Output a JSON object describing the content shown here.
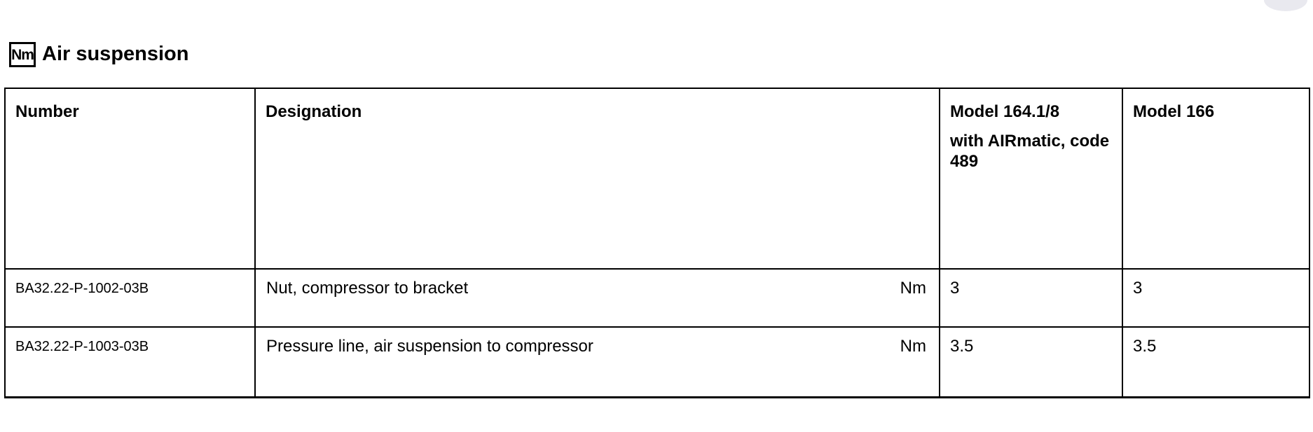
{
  "heading": {
    "icon_label": "Nm",
    "title": "Air suspension"
  },
  "table": {
    "columns": [
      {
        "label": "Number"
      },
      {
        "label": "Designation"
      },
      {
        "label": "Model 164.1/8",
        "sublabel": "with AIRmatic, code 489"
      },
      {
        "label": "Model 166"
      }
    ],
    "rows": [
      {
        "number": "BA32.22-P-1002-03B",
        "designation": "Nut, compressor to bracket",
        "unit": "Nm",
        "model_164_value": "3",
        "model_166_value": "3"
      },
      {
        "number": "BA32.22-P-1003-03B",
        "designation": "Pressure line, air suspension to compressor",
        "unit": "Nm",
        "model_164_value": "3.5",
        "model_166_value": "3.5"
      }
    ]
  },
  "colors": {
    "text": "#000000",
    "border": "#000000",
    "watermark": "#e9e9ef"
  }
}
